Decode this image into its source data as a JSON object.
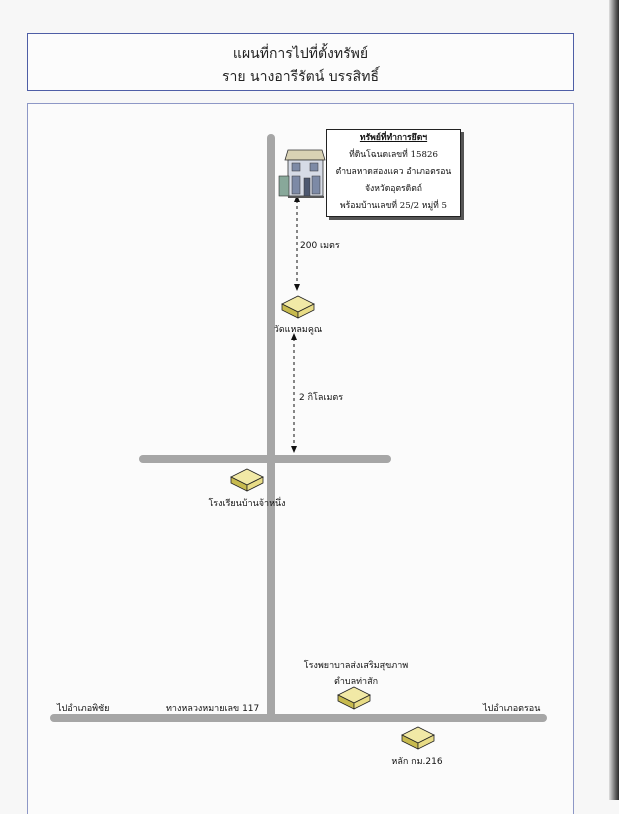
{
  "header": {
    "title_line1": "แผนที่การไปที่ตั้งทรัพย์",
    "title_line2": "ราย นางอารีรัตน์ บรรสิทธิ์"
  },
  "property_box": {
    "heading": "ทรัพย์ที่ทำการยึดฯ",
    "line1": "ที่ดินโฉนดเลขที่ 15826",
    "line2": "ตำบลหาดสองแคว อำเภอตรอน",
    "line3": "จังหวัดอุตรดิตถ์",
    "line4": "พร้อมบ้านเลขที่ 25/2 หมู่ที่ 5"
  },
  "distances": {
    "upper": "200 เมตร",
    "lower": "2 กิโลเมตร"
  },
  "landmarks": {
    "temple": "วัดแหลมคูณ",
    "school": "โรงเรียนบ้านจ้าหนึ่ง",
    "hospital_line1": "โรงพยาบาลส่งเสริมสุขภาพ",
    "hospital_line2": "ตำบลท่าสัก",
    "km_post": "หลัก กม.216"
  },
  "highway": {
    "left_direction": "ไปอำเภอพิชัย",
    "route_label": "ทางหลวงหมายเลข 117",
    "right_direction": "ไปอำเภอตรอน"
  },
  "colors": {
    "road": "#a6a6a6",
    "frame": "#4e5ea6",
    "landmark_top": "#f1e9a6",
    "landmark_side": "#c7ba4e"
  }
}
